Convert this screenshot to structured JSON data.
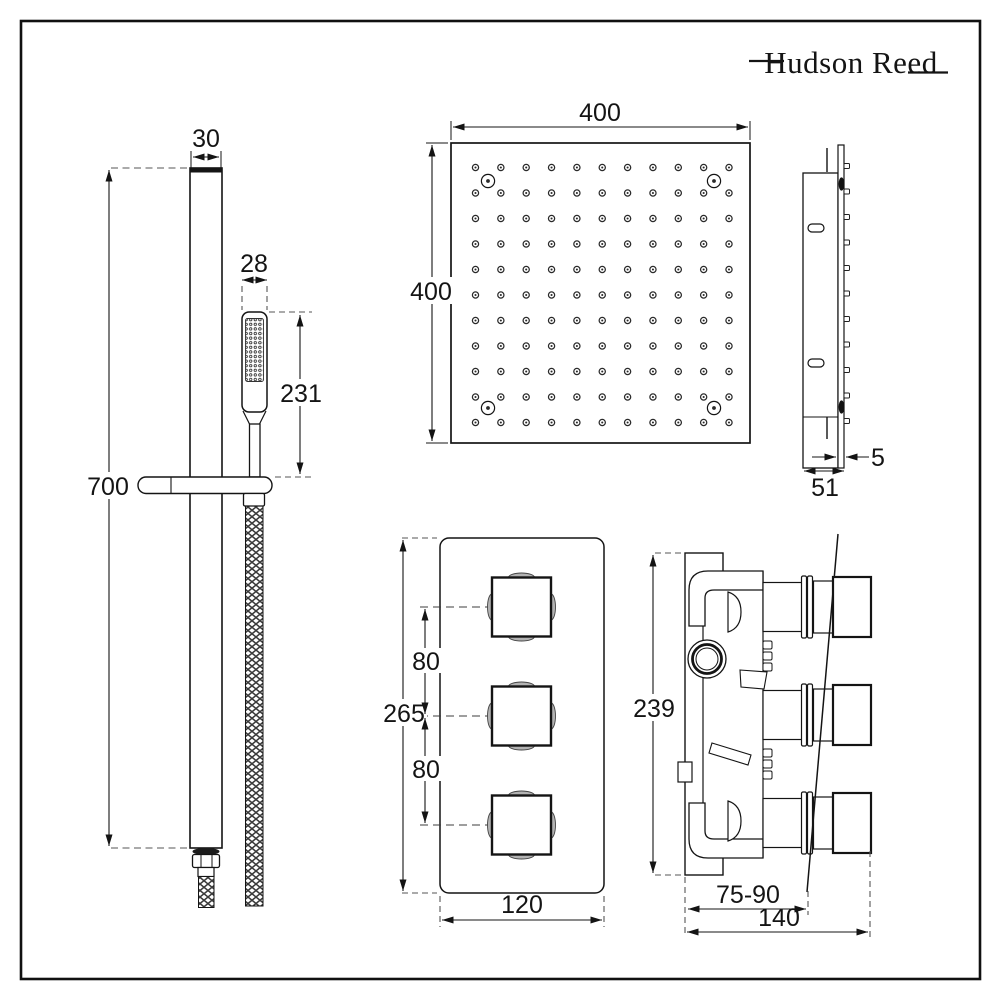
{
  "brand": {
    "logo_text": "Hudson Reed"
  },
  "colors": {
    "line": "#141414",
    "dash": "#565656",
    "tab_fill": "#b3b3b3"
  },
  "slide_rail": {
    "dim_rail_width": "30",
    "dim_handset_width": "28",
    "dim_handset_length": "231",
    "dim_height": "700"
  },
  "shower_head_front": {
    "dim_width": "400",
    "dim_height": "400",
    "nozzle_rows": 11,
    "nozzle_cols": 11,
    "screw_count": 4
  },
  "shower_head_side": {
    "dim_plate_thickness": "5",
    "dim_depth": "51",
    "nub_count": 11
  },
  "valve_front": {
    "dim_height": "265",
    "dim_spacing_upper": "80",
    "dim_spacing_lower": "80",
    "dim_width": "120",
    "handle_count": 3
  },
  "valve_side": {
    "dim_height": "239",
    "dim_wall_range": "75-90",
    "dim_depth": "140",
    "handle_count": 3
  }
}
